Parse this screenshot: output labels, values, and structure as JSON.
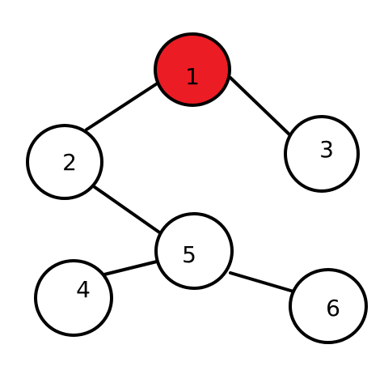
{
  "diagram": {
    "colors": {
      "default_fill": "#ffffff",
      "highlight_fill": "#ec1c24",
      "stroke": "#000000",
      "text": "#000000"
    },
    "nodes": [
      {
        "id": "1",
        "label": "1",
        "highlighted": true
      },
      {
        "id": "2",
        "label": "2",
        "highlighted": false
      },
      {
        "id": "3",
        "label": "3",
        "highlighted": false
      },
      {
        "id": "4",
        "label": "4",
        "highlighted": false
      },
      {
        "id": "5",
        "label": "5",
        "highlighted": false
      },
      {
        "id": "6",
        "label": "6",
        "highlighted": false
      }
    ],
    "edges": [
      {
        "from": "1",
        "to": "2"
      },
      {
        "from": "1",
        "to": "3"
      },
      {
        "from": "2",
        "to": "5"
      },
      {
        "from": "5",
        "to": "4"
      },
      {
        "from": "5",
        "to": "6"
      }
    ]
  }
}
